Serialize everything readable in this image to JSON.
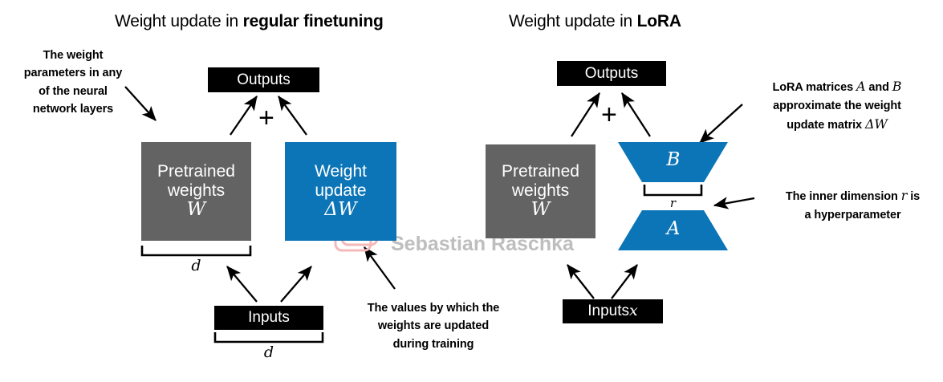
{
  "figure": {
    "domain": "diagram",
    "background_color": "#ffffff",
    "accent_blue": "#0c75b7",
    "gray": "#636363",
    "black": "#000000"
  },
  "panels": {
    "left": {
      "title_prefix": "Weight update in ",
      "title_bold": "regular finetuning",
      "outputs_box": {
        "label": "Outputs"
      },
      "plus_sign": "+",
      "pretrained_box": {
        "line1": "Pretrained",
        "line2": "weights",
        "symbol": "W"
      },
      "update_box": {
        "line1": "Weight",
        "line2": "update",
        "symbol": "ΔW"
      },
      "weights_dim_label": "d",
      "inputs_box": {
        "label": "Inputs"
      },
      "inputs_dim_label": "d",
      "callout_weights": "The weight parameters in any of the neural network layers",
      "callout_weights_lines": [
        "The weight",
        "parameters in any",
        "of the neural",
        "network layers"
      ],
      "callout_values": "The values by which the weights are updated during training",
      "callout_values_lines": [
        "The values by which the",
        "weights are updated",
        "during training"
      ]
    },
    "right": {
      "title_prefix": "Weight update in ",
      "title_bold": "LoRA",
      "outputs_box": {
        "label": "Outputs"
      },
      "plus_sign": "+",
      "pretrained_box": {
        "line1": "Pretrained",
        "line2": "weights",
        "symbol": "W"
      },
      "matrix_b": {
        "symbol": "B"
      },
      "matrix_a": {
        "symbol": "A"
      },
      "inner_dim_label": "r",
      "inputs_box": {
        "label_prefix": "Inputs ",
        "label_symbol": "x"
      },
      "callout_lora_lines": [
        "LoRA matrices A and B",
        "approximate the weight",
        "update matrix ΔW"
      ],
      "callout_lora_line1_prefix": "LoRA matrices ",
      "callout_lora_line1_a": "A",
      "callout_lora_line1_mid": " and ",
      "callout_lora_line1_b": "B",
      "callout_lora_line2": "approximate the weight",
      "callout_lora_line3_prefix": "update matrix ",
      "callout_lora_line3_sym": "ΔW",
      "callout_rank_line1_prefix": "The inner dimension ",
      "callout_rank_line1_sym": "r",
      "callout_rank_line1_suffix": " is",
      "callout_rank_line2": "a hyperparameter"
    }
  },
  "watermark": {
    "text": "Sebastian Raschka",
    "text_color": "#b3b3b3",
    "logo_color": "#f4b8b8",
    "logo_name": "circuit-board-logo"
  }
}
